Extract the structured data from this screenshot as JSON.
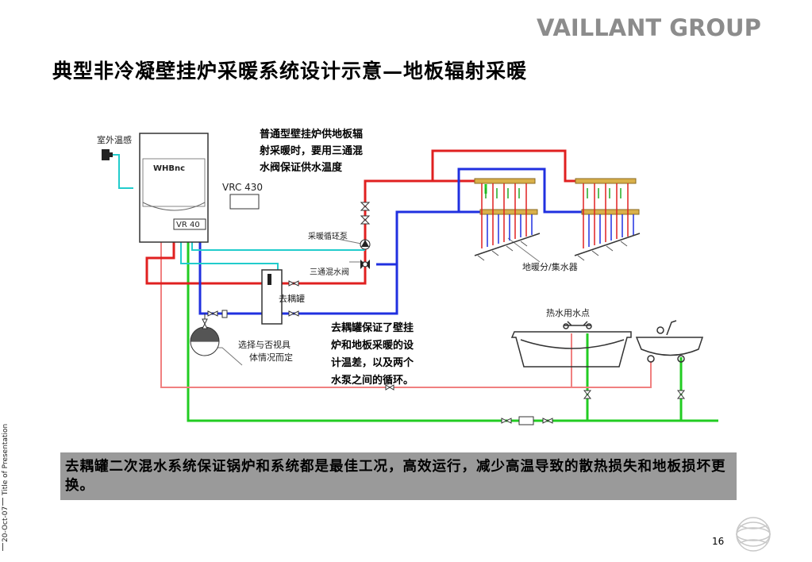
{
  "header": {
    "brand": "VAILLANT GROUP",
    "title": "典型非冷凝壁挂炉采暖系统设计示意—地板辐射采暖"
  },
  "sidebar": {
    "date": "20-Oct-07",
    "presentation_title": "Title of Presentation"
  },
  "diagram": {
    "labels": {
      "outdoor_sensor": "室外温感",
      "boiler": "WHBnc",
      "controller": "VRC 430",
      "vr40": "VR 40",
      "circ_pump": "采暖循环泵",
      "three_way_valve": "三通混水阀",
      "decoupler": "去耦罐",
      "expansion_line1": "选择与否视具",
      "expansion_line2": "体情况而定",
      "manifold": "地暖分/集水器",
      "hot_water_point": "热水用水点"
    },
    "notes": {
      "note1": [
        "普通型壁挂炉供地板辐",
        "射采暖时，要用三通混",
        "水阀保证供水温度"
      ],
      "note2": [
        "去耦罐保证了壁挂",
        "炉和地板采暖的设",
        "计温差，以及两个",
        "水泵之间的循环。"
      ]
    },
    "colors": {
      "supply": "#e02020",
      "return": "#2030e0",
      "cold_water": "#22cc22",
      "sensor": "#22cccc",
      "hot_water": "#f08080"
    }
  },
  "bottom": {
    "text": "去耦罐二次混水系统保证锅炉和系统都是最佳工况，高效运行，减少高温导致的散热损失和地板损坏更换。"
  },
  "footer": {
    "page_number": "16"
  }
}
